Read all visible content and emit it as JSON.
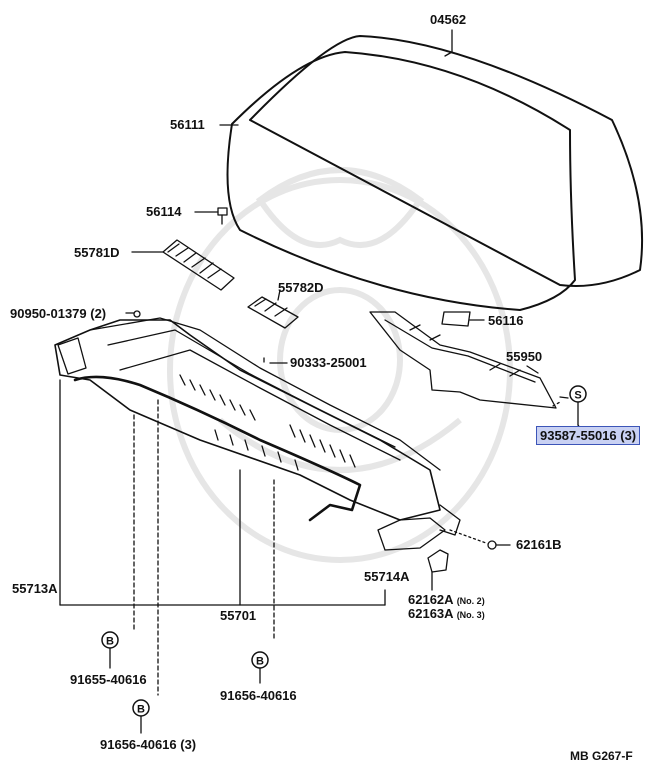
{
  "parts": [
    {
      "id": "p04562",
      "text": "04562"
    },
    {
      "id": "p56111",
      "text": "56111"
    },
    {
      "id": "p56114",
      "text": "56114"
    },
    {
      "id": "p55781D",
      "text": "55781D"
    },
    {
      "id": "p55782D",
      "text": "55782D"
    },
    {
      "id": "p90950",
      "text": "90950-01379 (2)"
    },
    {
      "id": "p90333",
      "text": "90333-25001"
    },
    {
      "id": "p56116",
      "text": "56116"
    },
    {
      "id": "p55950",
      "text": "55950"
    },
    {
      "id": "p93587",
      "text": "93587-55016 (3)"
    },
    {
      "id": "p62161B",
      "text": "62161B"
    },
    {
      "id": "p55713A",
      "text": "55713A"
    },
    {
      "id": "p55714A",
      "text": "55714A"
    },
    {
      "id": "p55701",
      "text": "55701"
    },
    {
      "id": "p62162A",
      "text": "62162A"
    },
    {
      "id": "p62163A",
      "text": "62163A"
    },
    {
      "id": "p91655",
      "text": "91655-40616"
    },
    {
      "id": "p91656a",
      "text": "91656-40616"
    },
    {
      "id": "p91656b",
      "text": "91656-40616 (3)"
    }
  ],
  "notes": {
    "no2": "(No. 2)",
    "no3": "(No. 3)"
  },
  "symbols": {
    "s": "S",
    "b": "B"
  },
  "footer": "MB  G267-F",
  "colors": {
    "highlight_fill": "#c9d1f3",
    "highlight_border": "#3c55b8",
    "ink": "#111111"
  }
}
